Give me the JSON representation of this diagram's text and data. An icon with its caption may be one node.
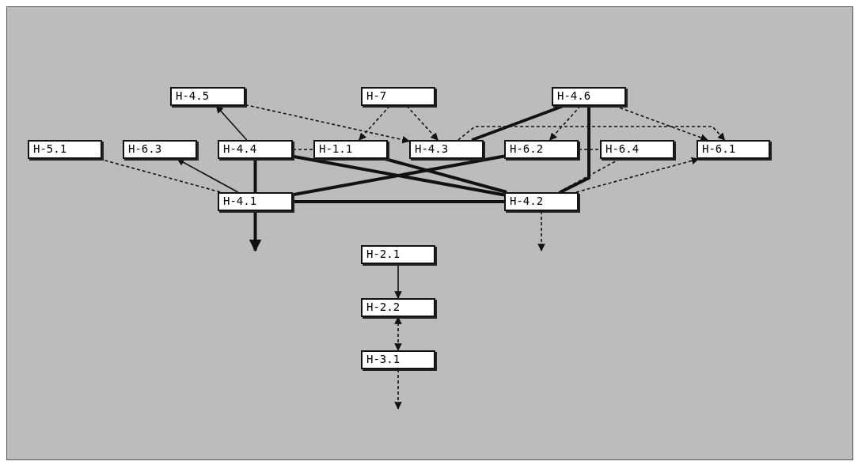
{
  "diagram": {
    "nodes": [
      {
        "text": [
          "H-4.5"
        ]
      },
      {
        "text": [
          "H-7"
        ]
      },
      {
        "text": [
          "H-4.6"
        ]
      },
      {
        "text": [
          "H-5.1"
        ]
      },
      {
        "text": [
          "H-6.3"
        ]
      },
      {
        "text": [
          "H-4.4"
        ]
      },
      {
        "text": [
          "H-1.1"
        ]
      },
      {
        "text": [
          "H-4.3"
        ]
      },
      {
        "text": [
          "H-6.2"
        ]
      },
      {
        "text": [
          "H-6.4"
        ]
      },
      {
        "text": [
          "H-6.1"
        ]
      },
      {
        "text": [
          "H-4.1"
        ]
      },
      {
        "text": [
          "H-4.2"
        ]
      },
      {
        "text": [
          "H-2.1"
        ]
      },
      {
        "text": [
          "H-2.2"
        ]
      },
      {
        "text": [
          "H-3.1"
        ]
      }
    ],
    "edges": [
      {
        "from": 5,
        "to": 0,
        "arrow": "to"
      },
      {
        "from": 0,
        "to": 7,
        "arrow": "to",
        "style": "dashed"
      },
      {
        "from": 1,
        "to": 6,
        "arrow": "to",
        "style": "dashed"
      },
      {
        "from": 1,
        "to": 7,
        "arrow": "to",
        "style": "dashed"
      },
      {
        "from": 2,
        "to": 7,
        "arrow": "none",
        "style": "thick"
      },
      {
        "from": 2,
        "to": 8,
        "arrow": "to",
        "style": "dashed"
      },
      {
        "from": 2,
        "to": 12,
        "arrow": "none",
        "style": "thick"
      },
      {
        "from": 2,
        "to": 10,
        "arrow": "to",
        "style": "dashed"
      },
      {
        "from": 7,
        "to": 10,
        "arrow": "to",
        "style": "dashed"
      },
      {
        "from": 3,
        "to": 11,
        "arrow": "none",
        "style": "dashed"
      },
      {
        "from": 11,
        "to": 4,
        "arrow": "to"
      },
      {
        "from": 5,
        "to": 11,
        "arrow": "none",
        "style": "thick"
      },
      {
        "from": 5,
        "to": 6,
        "arrow": "none",
        "style": "dashed"
      },
      {
        "from": 11,
        "to": 12,
        "arrow": "none",
        "style": "thick"
      },
      {
        "from": 11,
        "to": 8,
        "arrow": "none",
        "style": "thick"
      },
      {
        "from": 5,
        "to": 12,
        "arrow": "none",
        "style": "thick"
      },
      {
        "from": 6,
        "to": 12,
        "arrow": "none",
        "style": "thick"
      },
      {
        "from": 12,
        "to": 9,
        "arrow": "none",
        "style": "dashed"
      },
      {
        "from": 12,
        "to": 10,
        "arrow": "to",
        "style": "dashed"
      },
      {
        "from": 8,
        "to": 9,
        "arrow": "none",
        "style": "dashed"
      },
      {
        "from": 11,
        "to": null,
        "arrow": "to",
        "style": "thick"
      },
      {
        "from": 12,
        "to": null,
        "arrow": "to",
        "style": "dashed"
      },
      {
        "from": 13,
        "to": 14,
        "arrow": "to"
      },
      {
        "from": 14,
        "to": 15,
        "arrow": "both",
        "style": "dashed"
      },
      {
        "from": 15,
        "to": null,
        "arrow": "to",
        "style": "dashed"
      }
    ]
  }
}
